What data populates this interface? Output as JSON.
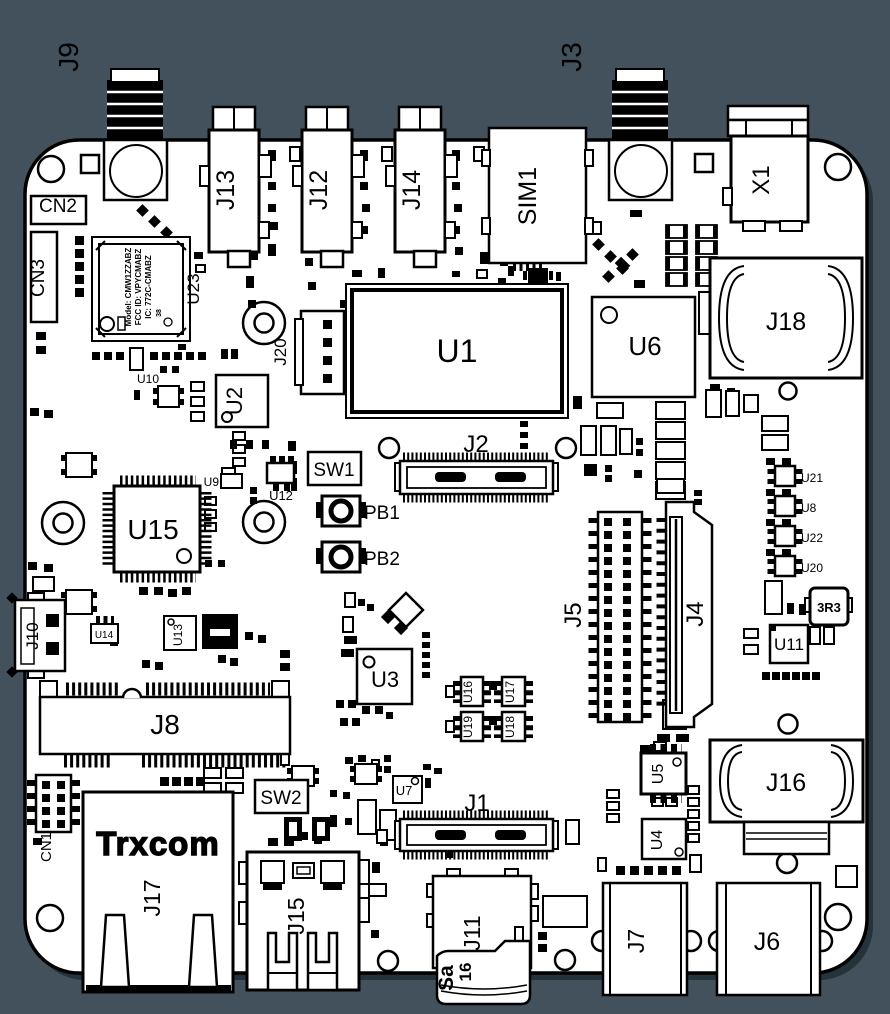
{
  "drawing": {
    "type": "pcb-assembly-top-view",
    "colors": {
      "background": "#42515b",
      "board": "#ffffff",
      "line": "#000000"
    }
  },
  "refdes": {
    "j9": "J9",
    "j3": "J3",
    "j13": "J13",
    "j12": "J12",
    "j14": "J14",
    "sim1": "SIM1",
    "x1": "X1",
    "cn2": "CN2",
    "cn3": "CN3",
    "u23": "U23",
    "j20": "J20",
    "u10": "U10",
    "u2": "U2",
    "u1": "U1",
    "u6": "U6",
    "j18": "J18",
    "sw1": "SW1",
    "j2": "J2",
    "u9": "U9",
    "u12": "U12",
    "u15": "U15",
    "pb1": "PB1",
    "pb2": "PB2",
    "u21": "U21",
    "u8": "U8",
    "u22": "U22",
    "u20": "U20",
    "l1": "3R3",
    "u11": "U11",
    "j5": "J5",
    "j4": "J4",
    "j10": "J10",
    "u14": "U14",
    "u13": "U13",
    "u3": "U3",
    "j8": "J8",
    "u16": "U16",
    "u17": "U17",
    "u19": "U19",
    "u18": "U18",
    "cn1": "CN1",
    "sw2": "SW2",
    "u7": "U7",
    "j1": "J1",
    "u5": "U5",
    "u4": "U4",
    "j16": "J16",
    "ethernet_brand": "Trxcom",
    "j17": "J17",
    "j15": "J15",
    "j11": "J11",
    "j7": "J7",
    "j6": "J6"
  },
  "module_u23": {
    "line1": "Model: CMW1ZZABZ",
    "line2": "FCC ID: VPYCMABZ",
    "line3": "IC: 772C-CMABZ",
    "line4": "38"
  },
  "sd_card": {
    "brand_fragment": "Sa",
    "capacity_fragment": "16"
  }
}
